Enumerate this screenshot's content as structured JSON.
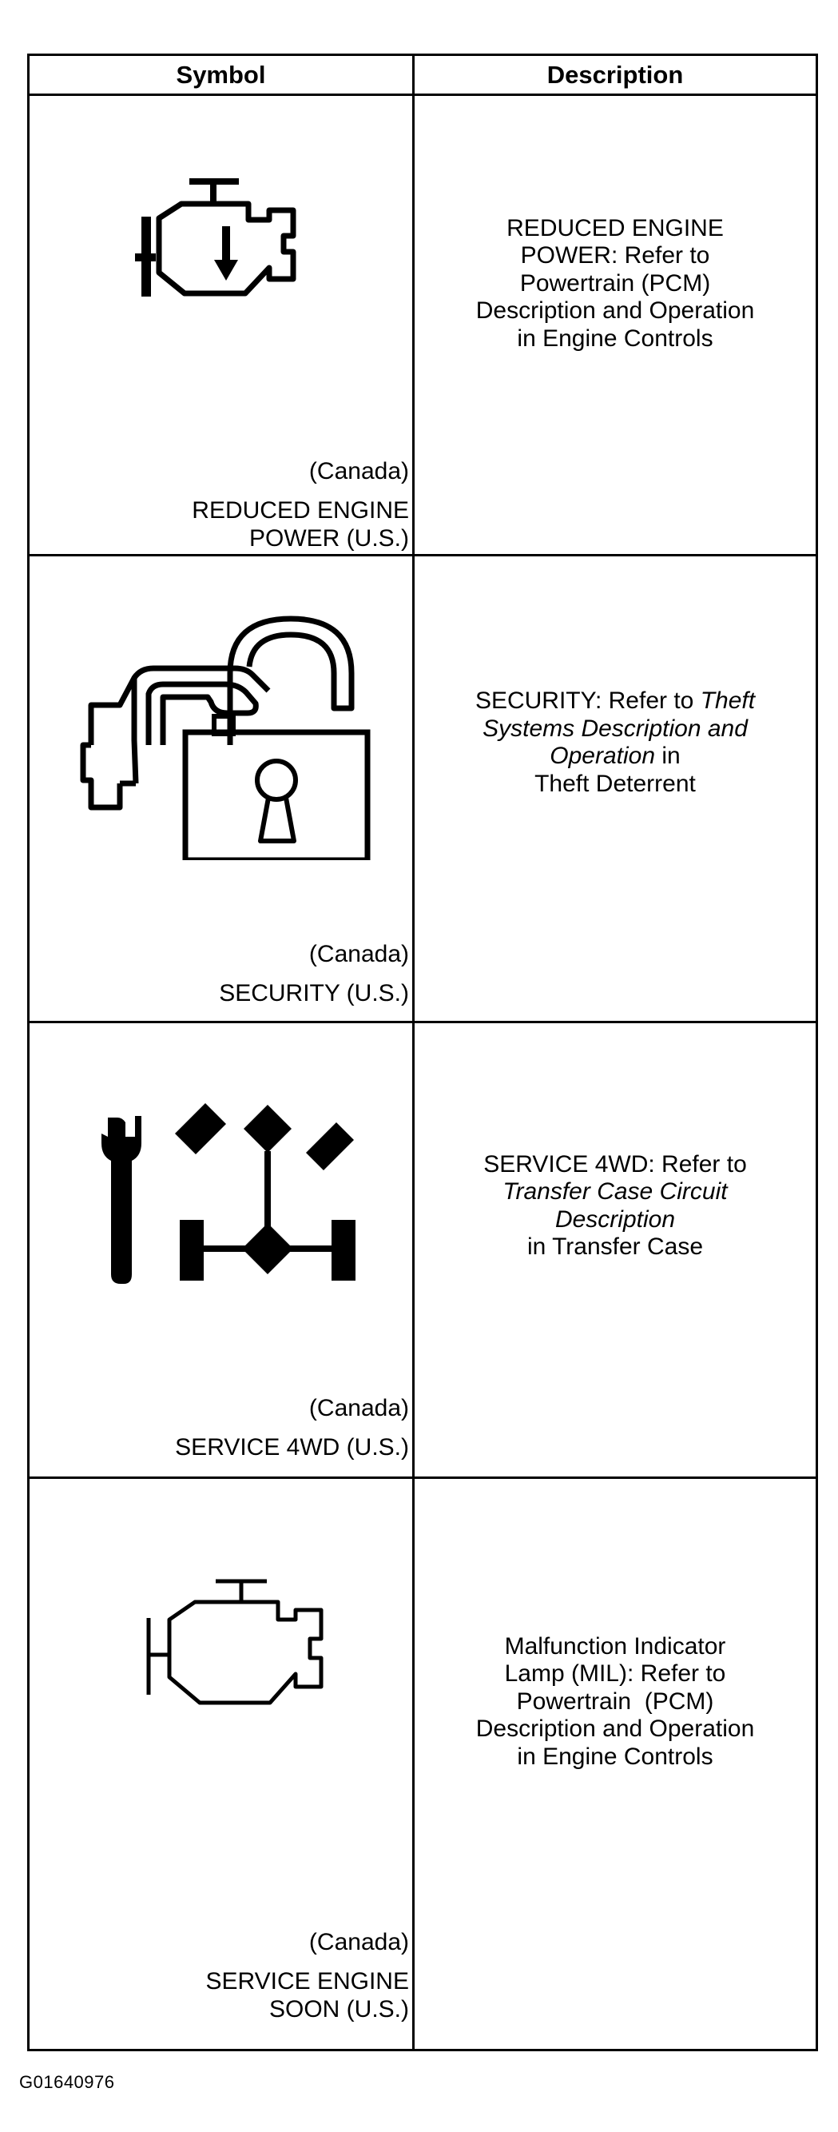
{
  "table": {
    "headers": {
      "symbol": "Symbol",
      "description": "Description"
    },
    "rows": [
      {
        "icon": "engine-reduced-power-icon",
        "caption_canada": "(Canada)",
        "caption_us_line1": "REDUCED ENGINE",
        "caption_us_line2": "POWER (U.S.)",
        "desc_lines": [
          "REDUCED ENGINE",
          "POWER: Refer to",
          "Powertrain (PCM)",
          "Description and Operation",
          "in Engine Controls"
        ]
      },
      {
        "icon": "security-car-lock-icon",
        "caption_canada": "(Canada)",
        "caption_us_line1": "SECURITY (U.S.)",
        "desc_l1_a": "SECURITY: Refer to ",
        "desc_l1_b": "Theft",
        "desc_l2": "Systems Description and",
        "desc_l3_a": "Operation",
        "desc_l3_b": " in",
        "desc_l4": "Theft Deterrent"
      },
      {
        "icon": "service-4wd-icon",
        "caption_canada": "(Canada)",
        "caption_us_line1": "SERVICE 4WD (U.S.)",
        "desc_l1": "SERVICE 4WD: Refer to",
        "desc_l2": "Transfer Case Circuit",
        "desc_l3": "Description",
        "desc_l4": "in Transfer Case"
      },
      {
        "icon": "check-engine-icon",
        "caption_canada": "(Canada)",
        "caption_us_line1": "SERVICE ENGINE",
        "caption_us_line2": "SOON (U.S.)",
        "desc_lines": [
          "Malfunction Indicator",
          "Lamp (MIL): Refer to",
          "Powertrain  (PCM)",
          "Description and Operation",
          "in Engine Controls"
        ]
      }
    ]
  },
  "figure_id": "G01640976"
}
